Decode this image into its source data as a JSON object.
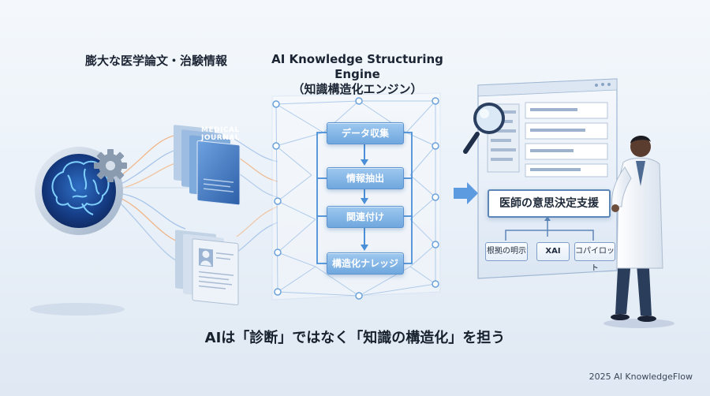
{
  "captions": {
    "left": "膨大な医学論文・治験情報",
    "engine_title": "AI Knowledge Structuring Engine",
    "engine_subtitle": "（知識構造化エンジン）",
    "bottom": "AIは「診断」ではなく「知識の構造化」を担う",
    "copyright": "2025 AI KnowledgeFlow"
  },
  "documents": {
    "journal_line1": "MEDICAL",
    "journal_line2": "JOURNAL"
  },
  "pipeline": {
    "steps": [
      "データ収集",
      "情報抽出",
      "関連付け",
      "構造化ナレッジ"
    ]
  },
  "output": {
    "support_label": "医師の意思決定支援",
    "chips": [
      "根拠の明示",
      "XAI",
      "コパイロット"
    ]
  },
  "icons": {
    "brain": "brain-icon",
    "gear": "gear-icon",
    "magnifier": "magnifier-icon",
    "doctor": "doctor-figure",
    "arrow": "arrow-right-icon"
  },
  "colors": {
    "accent": "#4a8fd8",
    "step_fill": "#7fb2e5",
    "text_dark": "#1b2433",
    "background": "#eaf1f8"
  }
}
